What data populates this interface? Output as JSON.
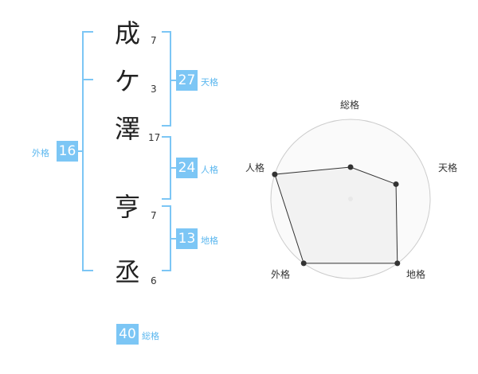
{
  "name_chars": [
    {
      "char": "成",
      "strokes": "7"
    },
    {
      "char": "ケ",
      "strokes": "3"
    },
    {
      "char": "澤",
      "strokes": "17"
    },
    {
      "char": "亨",
      "strokes": "7"
    },
    {
      "char": "丞",
      "strokes": "6"
    }
  ],
  "fortune": {
    "tenkaku": {
      "value": "27",
      "label": "天格"
    },
    "jinkaku": {
      "value": "24",
      "label": "人格"
    },
    "chikaku": {
      "value": "13",
      "label": "地格"
    },
    "gaikaku": {
      "value": "16",
      "label": "外格"
    },
    "soukaku": {
      "value": "40",
      "label": "総格"
    }
  },
  "chart_data": {
    "type": "radar",
    "axes": [
      "総格",
      "天格",
      "地格",
      "外格",
      "人格"
    ],
    "values": [
      0.4,
      0.6,
      1.0,
      1.0,
      1.0
    ],
    "rings": 4,
    "colors": {
      "ring": "#cccccc",
      "fill": "#f0f0f0",
      "line": "#333333",
      "point": "#333333"
    }
  }
}
